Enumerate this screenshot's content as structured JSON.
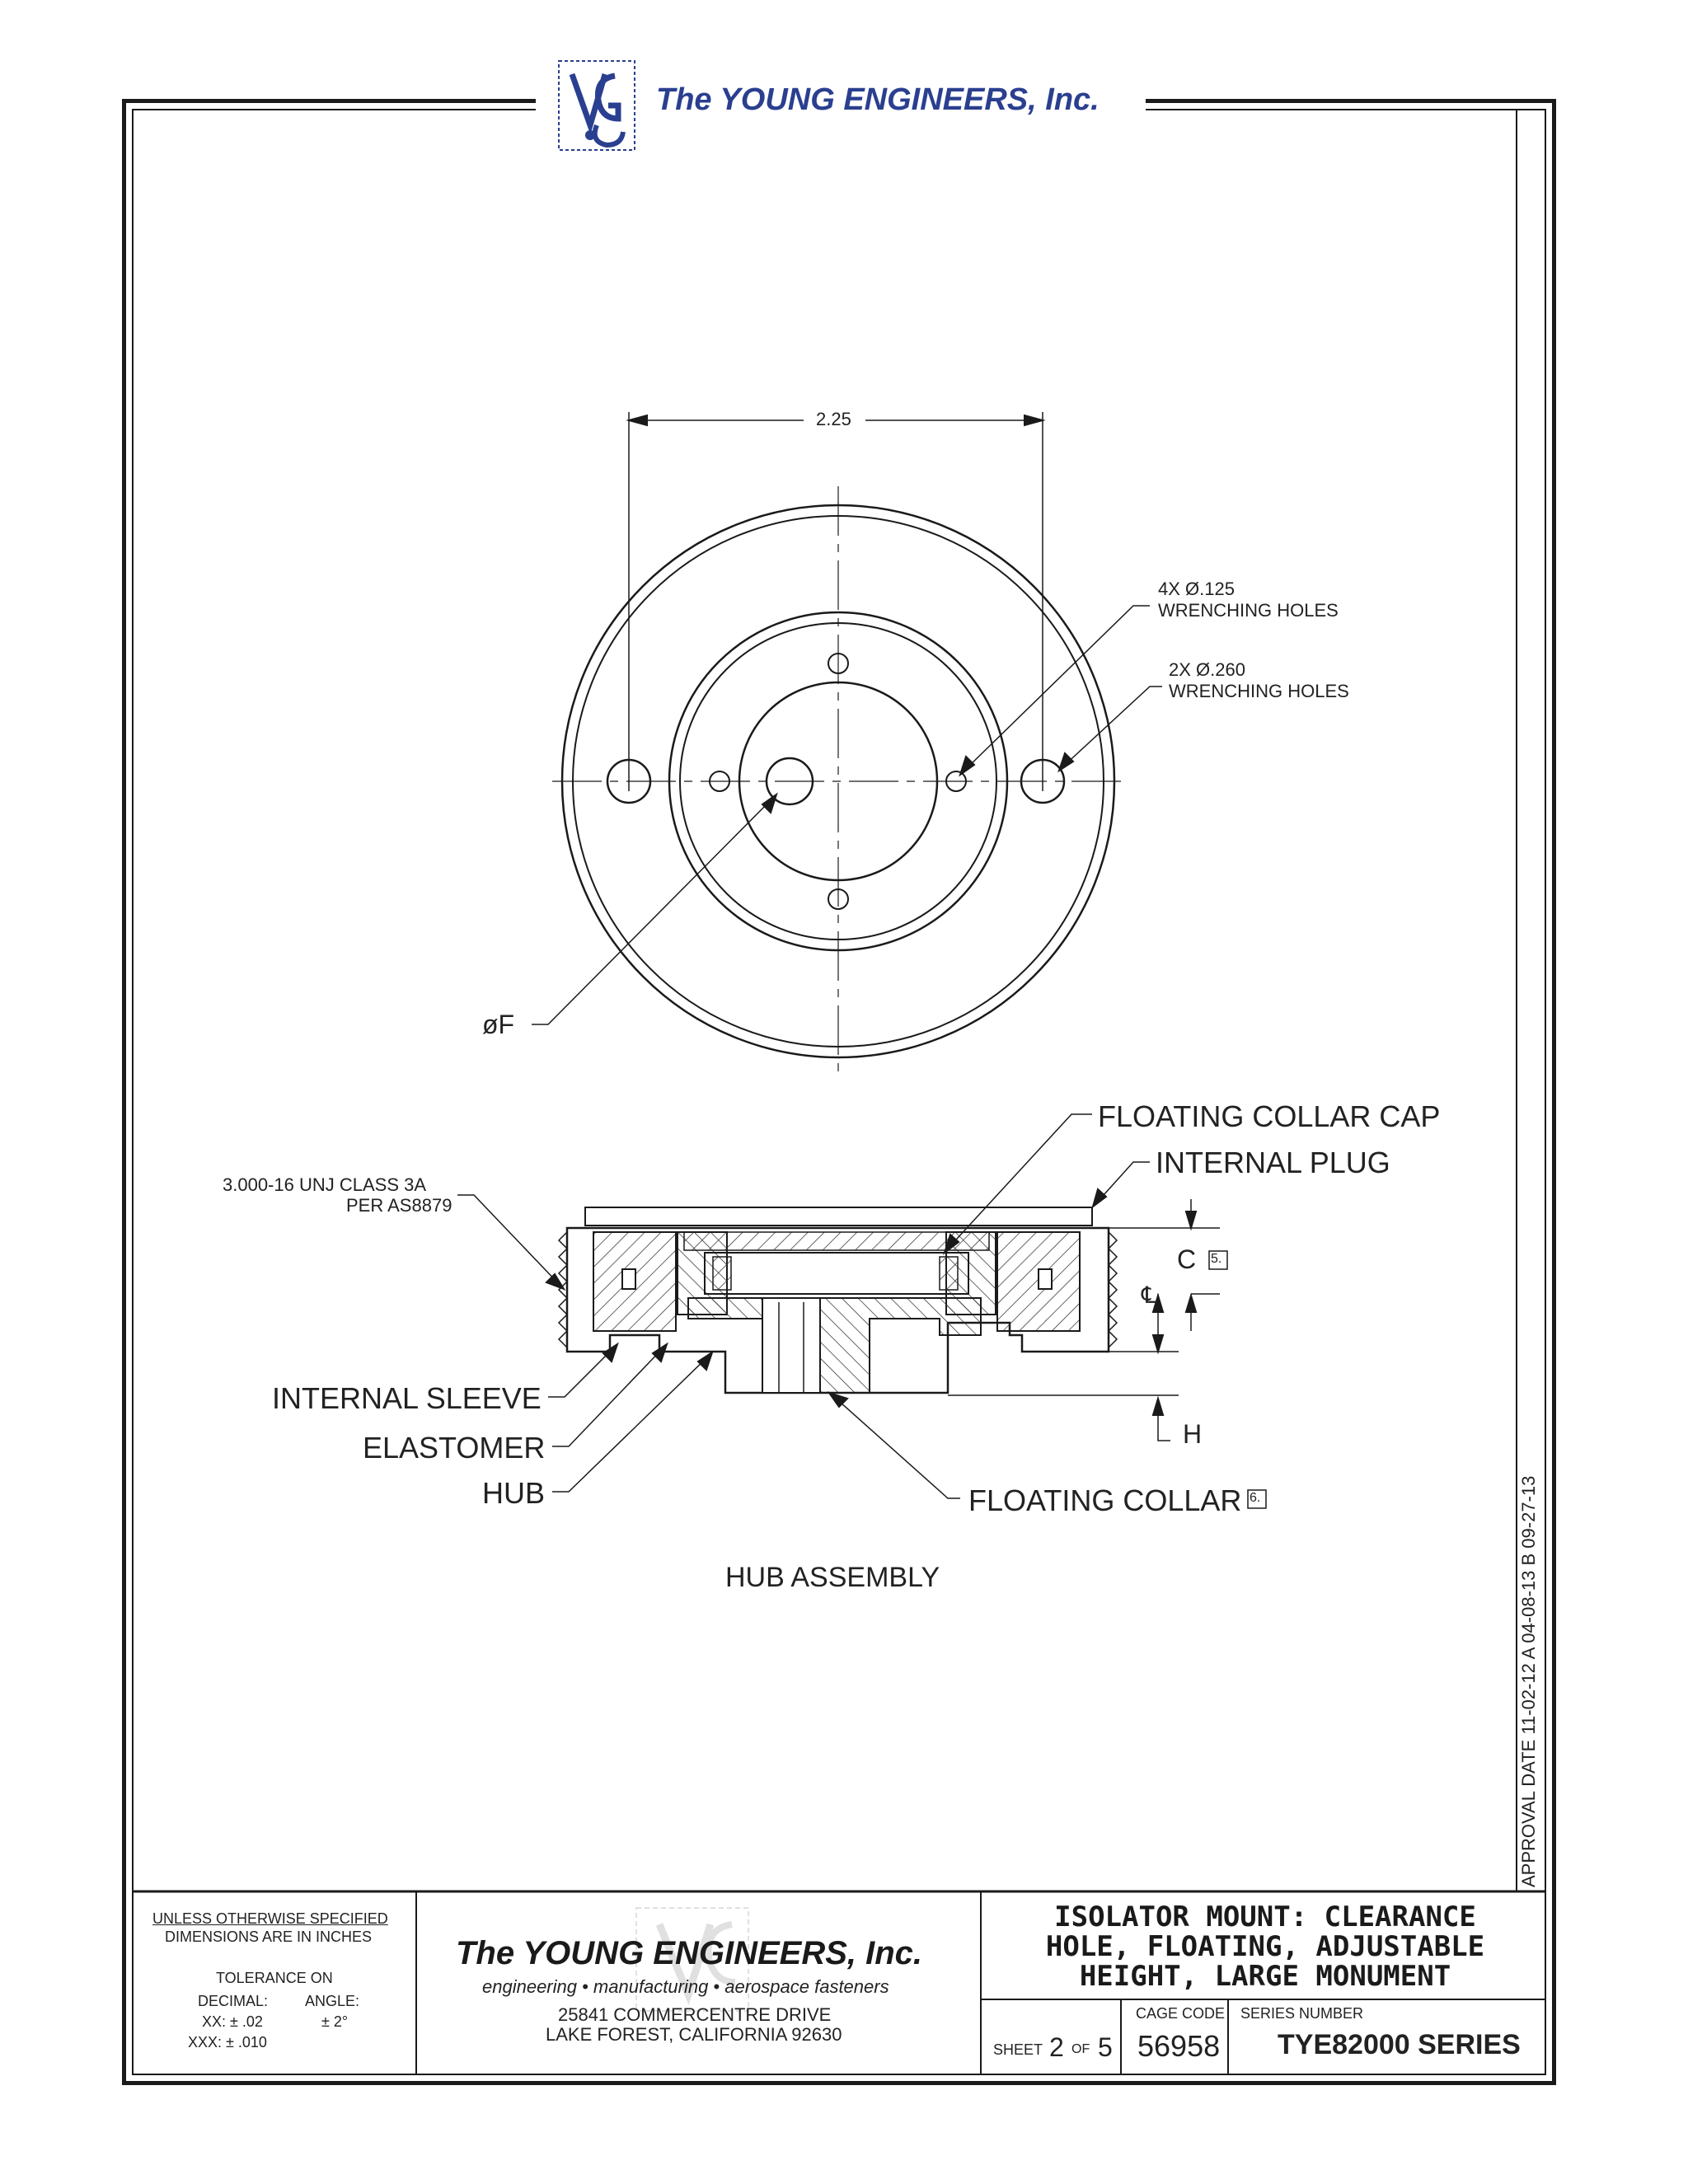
{
  "header": {
    "company_name": "The YOUNG ENGINEERS, Inc."
  },
  "top_view": {
    "dim_width": "2.25",
    "callout_wrench_small_qty": "4X Ø.125",
    "callout_wrench_small_desc": "WRENCHING HOLES",
    "callout_wrench_large_qty": "2X Ø.260",
    "callout_wrench_large_desc": "WRENCHING HOLES",
    "dim_diameter_f": "øF"
  },
  "section_view": {
    "thread_spec_line1": "3.000-16 UNJ CLASS 3A",
    "thread_spec_line2": "PER AS8879",
    "floating_collar_cap": "FLOATING COLLAR CAP",
    "internal_plug": "INTERNAL PLUG",
    "dim_c": "C",
    "note_5": "5.",
    "centerline": "℄",
    "internal_sleeve": "INTERNAL SLEEVE",
    "elastomer": "ELASTOMER",
    "hub": "HUB",
    "dim_h": "H",
    "floating_collar": "FLOATING COLLAR",
    "note_6": "6.",
    "view_title": "HUB ASSEMBLY"
  },
  "approval_date": "APPROVAL DATE  11-02-12  A  04-08-13  B  09-27-13",
  "title_block": {
    "unless_specified": "UNLESS OTHERWISE SPECIFIED",
    "dimensions_in": "DIMENSIONS ARE IN INCHES",
    "tolerance_on": "TOLERANCE ON",
    "decimal_label": "DECIMAL:",
    "angle_label": "ANGLE:",
    "xx_tol": "XX:  ± .02",
    "angle_tol": "± 2°",
    "xxx_tol": "XXX:  ± .010",
    "company_name": "The YOUNG ENGINEERS, Inc.",
    "tagline": "engineering • manufacturing • aerospace fasteners",
    "address_line1": "25841 COMMERCENTRE DRIVE",
    "address_line2": "LAKE FOREST, CALIFORNIA 92630",
    "title_line1": "ISOLATOR MOUNT: CLEARANCE",
    "title_line2": "HOLE, FLOATING, ADJUSTABLE",
    "title_line3": "HEIGHT, LARGE MONUMENT",
    "sheet_label": "SHEET",
    "sheet_num": "2",
    "of_label": "OF",
    "sheet_total": "5",
    "cage_code_label": "CAGE CODE",
    "cage_code": "56958",
    "series_number_label": "SERIES NUMBER",
    "series_number": "TYE82000 SERIES"
  },
  "colors": {
    "brand_blue": "#2a3f8f",
    "line": "#1a1a1a"
  }
}
